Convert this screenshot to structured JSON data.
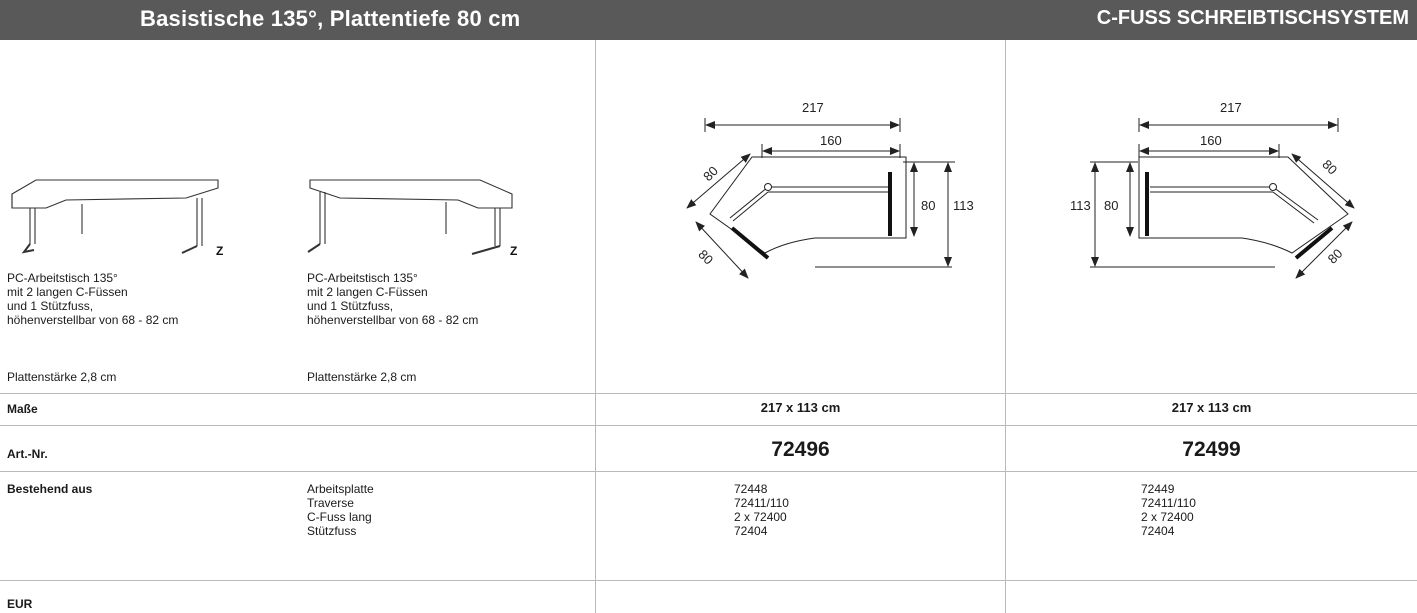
{
  "header": {
    "title": "Basistische 135°, Plattentiefe 80 cm",
    "series": "C-FUSS SCHREIBTISCHSYSTEM"
  },
  "products": [
    {
      "desc_lines": [
        "PC-Arbeitstisch 135°",
        "mit 2 langen C-Füssen",
        "und 1 Stützfuss,",
        "höhenverstellbar von 68 - 82 cm"
      ],
      "thickness": "Plattenstärke 2,8 cm",
      "label": "Z"
    },
    {
      "desc_lines": [
        "PC-Arbeitstisch 135°",
        "mit 2 langen C-Füssen",
        "und 1 Stützfuss,",
        "höhenverstellbar von 68 - 82 cm"
      ],
      "thickness": "Plattenstärke 2,8 cm",
      "label": "Z"
    }
  ],
  "diagrams": [
    {
      "width": "217",
      "inner_width": "160",
      "depth_a": "80",
      "depth_b": "80",
      "height_inner": "80",
      "height_total": "113"
    },
    {
      "width": "217",
      "inner_width": "160",
      "depth_a": "80",
      "depth_b": "80",
      "height_inner": "80",
      "height_total": "113"
    }
  ],
  "rows": {
    "masse_label": "Maße",
    "masse_values": [
      "217 x 113 cm",
      "217 x 113 cm"
    ],
    "artnr_label": "Art.-Nr.",
    "artnr_values": [
      "72496",
      "72499"
    ],
    "bestehend_label": "Bestehend aus",
    "components": [
      "Arbeitsplatte",
      "Traverse",
      "C-Fuss lang",
      "Stützfuss"
    ],
    "component_codes": [
      [
        "72448",
        "72411/110",
        "2 x 72400",
        "72404"
      ],
      [
        "72449",
        "72411/110",
        "2 x 72400",
        "72404"
      ]
    ],
    "eur_label": "EUR"
  }
}
